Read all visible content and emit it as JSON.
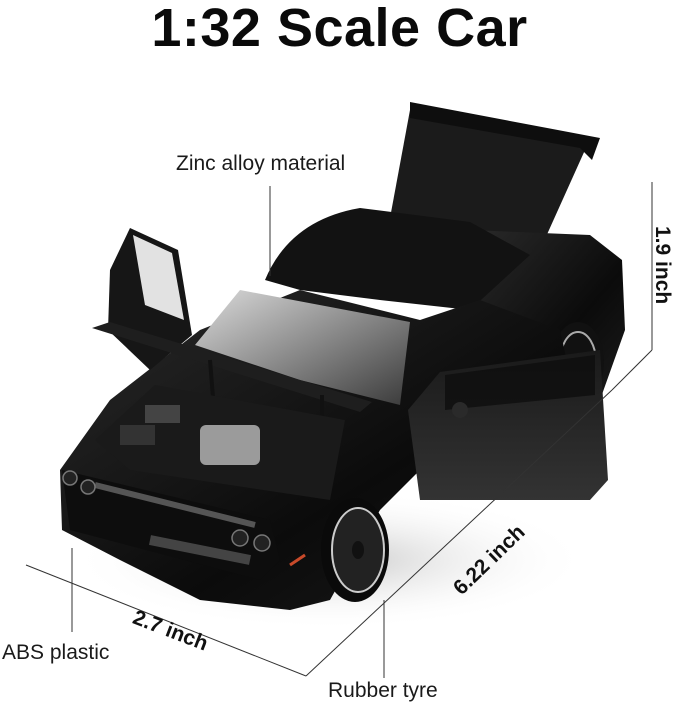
{
  "title": "1:32 Scale Car",
  "callouts": {
    "top": "Zinc alloy material",
    "bottom_left": "ABS plastic",
    "bottom_right": "Rubber tyre"
  },
  "dimensions": {
    "height": "1.9 inch",
    "width": "2.7 inch",
    "length": "6.22 inch"
  },
  "product": {
    "color": "#0d0d0d",
    "accent_color": "#c84a2a"
  }
}
